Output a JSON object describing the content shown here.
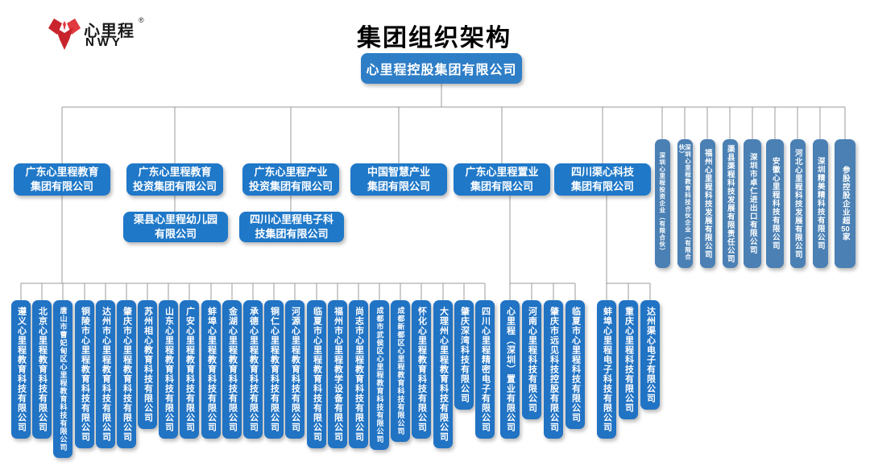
{
  "logo": {
    "brand_cn": "心里程",
    "brand_en": "NWY",
    "reg_mark": "®"
  },
  "header": {
    "title": "集团组织架构"
  },
  "root": {
    "label": "心里程控股集团有限公司"
  },
  "level2": [
    {
      "lines": [
        "广东心里程教育",
        "集团有限公司"
      ]
    },
    {
      "lines": [
        "广东心里程教育",
        "投资集团有限公司"
      ]
    },
    {
      "lines": [
        "广东心里程产业",
        "投资集团有限公司"
      ]
    },
    {
      "lines": [
        "中国智慧产业",
        "集团有限公司"
      ]
    },
    {
      "lines": [
        "广东心里程置业",
        "集团有限公司"
      ]
    },
    {
      "lines": [
        "四川渠心科技",
        "集团有限公司"
      ]
    }
  ],
  "level3": [
    {
      "lines": [
        "渠县心里程幼儿园",
        "有限公司"
      ],
      "parent": "广东心里程教育投资集团有限公司"
    },
    {
      "lines": [
        "四川心里程电子科",
        "技集团有限公司"
      ],
      "parent": "广东心里程产业投资集团有限公司"
    }
  ],
  "right_branches": [
    "深圳心里程投资企业（有限合伙）",
    "深圳心里程教育科技合伙企业（有限合伙）",
    "福州心里程科技发展有限公司",
    "渠县渠程科技发展有限责任公司",
    "深圳市卓仁进出口有限公司",
    "安徽心里程科技有限公司",
    "河北心里程科技发展有限公司",
    "深圳精美精科技有限公司",
    "参股控股企业超50家"
  ],
  "bottom_groups": [
    {
      "parent": "广东心里程教育集团有限公司",
      "children": [
        "遵义心里程教育科技有限公司",
        "北京心里程教育科技有限公司",
        "唐山市曹妃甸区心里程教育科技有限公司",
        "铜陵市心里程教育科技有限公司",
        "达州市心里程教育科技有限公司",
        "肇庆市心里程教育科技有限公司",
        "苏州相心教育科技有限公司",
        "山东心里程教育科技有限公司",
        "广安心里程教育科技有限公司",
        "蚌埠心里程教育科技有限公司",
        "金湖心里程教育科技有限公司",
        "承德心里程教育科技有限公司",
        "铜仁心里程教育科技有限公司",
        "河源心里程教育科技有限公司",
        "临夏市心里程教育科技有限公司",
        "福州市心里程教学设备有限公司",
        "尚志市心里程教育科技有限公司",
        "成都市武侯区心里程教育科技有限公司",
        "成都新都区心里程教育科技有限公司",
        "怀化心里程教育科技有限公司",
        "大理州心里程教育科技有限公司",
        "肇庆深湾科技有限公司",
        "四川心里程精密电子有限公司"
      ]
    },
    {
      "parent": "广东心里程置业集团有限公司",
      "children": [
        "心里程（深圳）置业有限公司",
        "河南心里程科技有限公司",
        "肇庆市远见科技控股有限公司",
        "临夏市心里程科技有限公司"
      ]
    },
    {
      "parent": "四川渠心科技集团有限公司",
      "children": [
        "蚌埠心里程电子科技有限公司",
        "重庆心里程科技有限公司",
        "达州渠心电子有限公司"
      ]
    }
  ],
  "colors": {
    "root_blue": "#2E7EC7",
    "level2_blue": "#1F78C8",
    "bottom_blue": "#2173C4",
    "right_blue": "#4A80B4",
    "connector_gray": "#9B9B9B",
    "logo_red": "#C8242C",
    "title_black": "#000000"
  }
}
